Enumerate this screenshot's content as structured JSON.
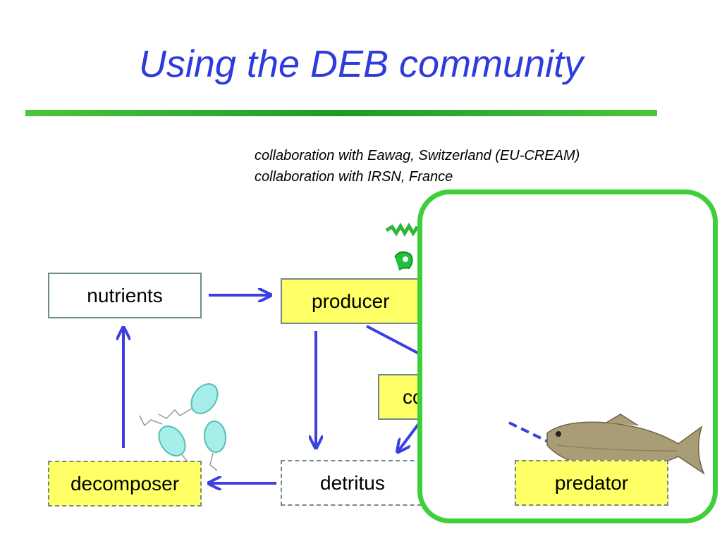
{
  "title": "Using the DEB community",
  "collaborations": [
    "collaboration with Eawag, Switzerland (EU-CREAM)",
    "collaboration with IRSN, France"
  ],
  "nodes": {
    "nutrients": "nutrients",
    "producer": "producer",
    "consumer": "consumer",
    "decomposer": "decomposer",
    "detritus": "detritus",
    "predator": "predator"
  },
  "colors": {
    "title": "#2f3bdc",
    "arrow": "#3b3fe0",
    "highlight_box": "#ffff66",
    "frame": "#3fcf3a",
    "rule": "#1e9a22"
  },
  "icons": [
    "algae-icon",
    "bacteria-icon",
    "fish-icon"
  ]
}
